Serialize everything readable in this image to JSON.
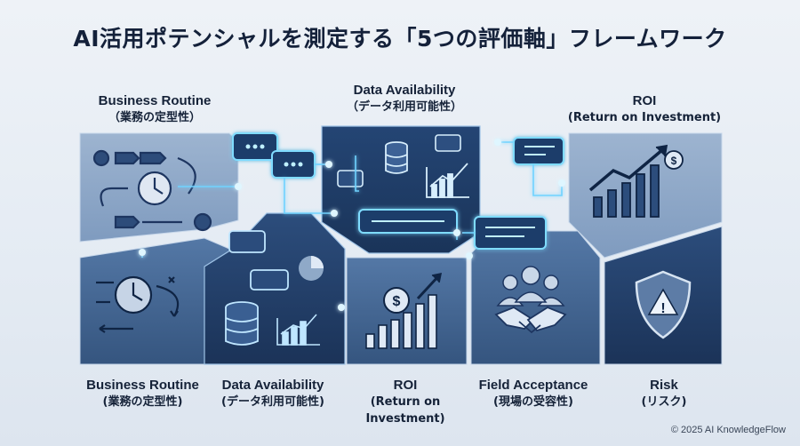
{
  "title": "AI活用ポテンシャルを測定する「5つの評価軸」フレームワーク",
  "top_labels": [
    {
      "en": "Business Routine",
      "jp": "（業務の定型性）"
    },
    {
      "en": "Data Availability",
      "jp": "（データ利用可能性）"
    },
    {
      "en": "ROI",
      "jp": "(Return on Investment)"
    }
  ],
  "bottom_labels": [
    {
      "en": "Business Routine",
      "jp": "(業務の定型性)"
    },
    {
      "en": "Data Availability",
      "jp": "(データ利用可能性)"
    },
    {
      "en": "ROI",
      "jp": "(Return on Investment)"
    },
    {
      "en": "Field Acceptance",
      "jp": "(現場の受容性)"
    },
    {
      "en": "Risk",
      "jp": "(リスク)"
    }
  ],
  "icons": {
    "roi_coin": "$",
    "roi_small_coin": "$",
    "warning": "!"
  },
  "colors": {
    "dark_navy": "#1f3b66",
    "mid_blue": "#3e5f8f",
    "light_blue": "#8fa9c8",
    "glow": "#6fd3ff"
  },
  "copyright": "© 2025 AI KnowledgeFlow"
}
